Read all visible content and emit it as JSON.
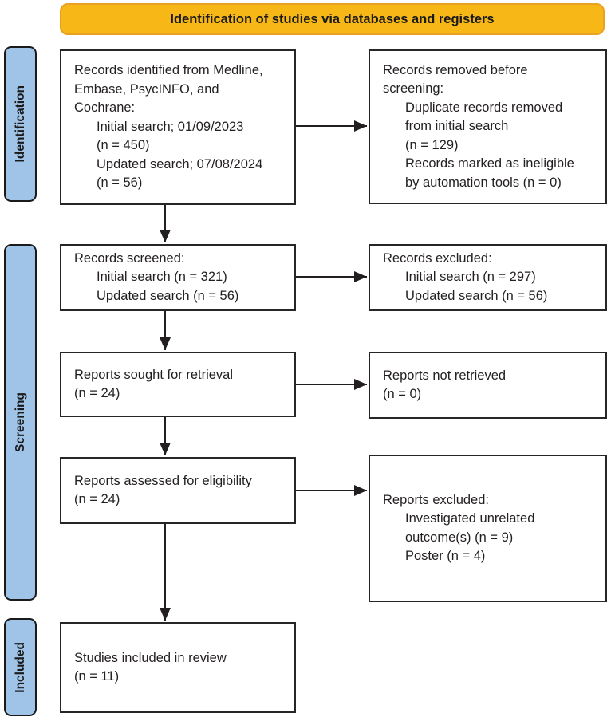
{
  "banner": {
    "title": "Identification of studies via databases and registers"
  },
  "palette": {
    "banner_fill": "#F7B717",
    "banner_border": "#E9A121",
    "stage_fill": "#9FC4E7",
    "stage_border": "#1A1A1A",
    "box_border": "#262626",
    "text": "#231F20",
    "arrow": "#231F20"
  },
  "stages": [
    {
      "label": "Identification"
    },
    {
      "label": "Screening"
    },
    {
      "label": "Included"
    }
  ],
  "boxes": {
    "identified": {
      "lines": [
        {
          "text": "Records identified from Medline,",
          "indent": false
        },
        {
          "text": "Embase, PsycINFO, and",
          "indent": false
        },
        {
          "text": "Cochrane:",
          "indent": false
        },
        {
          "text": "Initial search; 01/09/2023",
          "indent": true
        },
        {
          "text": "(n = 450)",
          "indent": true
        },
        {
          "text": "Updated search; 07/08/2024",
          "indent": true
        },
        {
          "text": "(n = 56)",
          "indent": true
        }
      ]
    },
    "removed": {
      "lines": [
        {
          "text": "Records removed before",
          "indent": false
        },
        {
          "text": "screening:",
          "indent": false
        },
        {
          "text": "Duplicate records removed",
          "indent": true
        },
        {
          "text": "from initial search",
          "indent": true
        },
        {
          "text": "(n = 129)",
          "indent": true
        },
        {
          "text": "Records marked as ineligible",
          "indent": true
        },
        {
          "text": "by automation tools (n = 0)",
          "indent": true
        }
      ]
    },
    "screened": {
      "lines": [
        {
          "text": "Records screened:",
          "indent": false
        },
        {
          "text": "Initial search (n = 321)",
          "indent": true
        },
        {
          "text": "Updated search (n = 56)",
          "indent": true
        }
      ]
    },
    "excluded_screening": {
      "lines": [
        {
          "text": "Records excluded:",
          "indent": false
        },
        {
          "text": "Initial search (n = 297)",
          "indent": true
        },
        {
          "text": "Updated search (n = 56)",
          "indent": true
        }
      ]
    },
    "sought": {
      "lines": [
        {
          "text": "Reports sought for retrieval",
          "indent": false
        },
        {
          "text": "(n = 24)",
          "indent": false
        }
      ]
    },
    "not_retrieved": {
      "lines": [
        {
          "text": "Reports not retrieved",
          "indent": false
        },
        {
          "text": "(n = 0)",
          "indent": false
        }
      ]
    },
    "assessed": {
      "lines": [
        {
          "text": "Reports assessed for eligibility",
          "indent": false
        },
        {
          "text": "(n = 24)",
          "indent": false
        }
      ]
    },
    "excluded_eligibility": {
      "lines": [
        {
          "text": "Reports excluded:",
          "indent": false
        },
        {
          "text": "Investigated unrelated",
          "indent": true
        },
        {
          "text": "outcome(s) (n = 9)",
          "indent": true
        },
        {
          "text": "Poster (n = 4)",
          "indent": true
        }
      ]
    },
    "included_review": {
      "lines": [
        {
          "text": "Studies included in review",
          "indent": false
        },
        {
          "text": "(n = 11)",
          "indent": false
        }
      ]
    }
  }
}
